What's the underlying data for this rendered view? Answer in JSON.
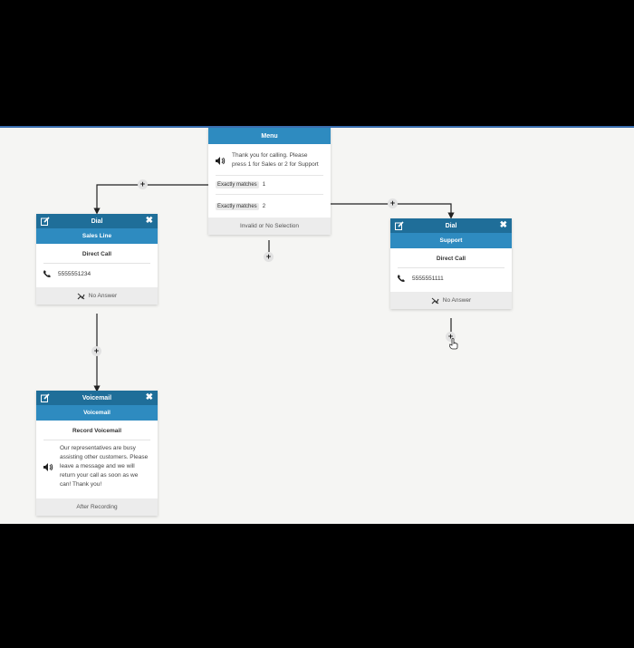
{
  "menu": {
    "title": "Menu",
    "message": "Thank you for calling. Please press 1 for Sales or 2 for Support",
    "matches": [
      {
        "tag": "Exactly matches",
        "value": "1"
      },
      {
        "tag": "Exactly matches",
        "value": "2"
      }
    ],
    "footer": "Invalid or No Selection"
  },
  "dial_sales": {
    "title": "Dial",
    "subtitle": "Sales Line",
    "action": "Direct Call",
    "phone": "5555551234",
    "footer": "No Answer"
  },
  "dial_support": {
    "title": "Dial",
    "subtitle": "Support",
    "action": "Direct Call",
    "phone": "5555551111",
    "footer": "No Answer"
  },
  "voicemail": {
    "title": "Voicemail",
    "subtitle": "Voicemail",
    "action": "Record Voicemail",
    "message": "Our representatives are busy assisting other customers. Please leave a message and we will return your call as soon as we can! Thank you!",
    "footer": "After Recording"
  },
  "controls": {
    "plus": "+",
    "close": "✖"
  },
  "icons": [
    "edit-icon",
    "close-icon",
    "speaker-icon",
    "phone-icon",
    "missed-call-icon",
    "add-icon",
    "hand-cursor-icon"
  ],
  "colors": {
    "header": "#1f6e99",
    "subheader": "#2e8bc0",
    "canvas": "#f5f5f3",
    "footer": "#ececec"
  }
}
